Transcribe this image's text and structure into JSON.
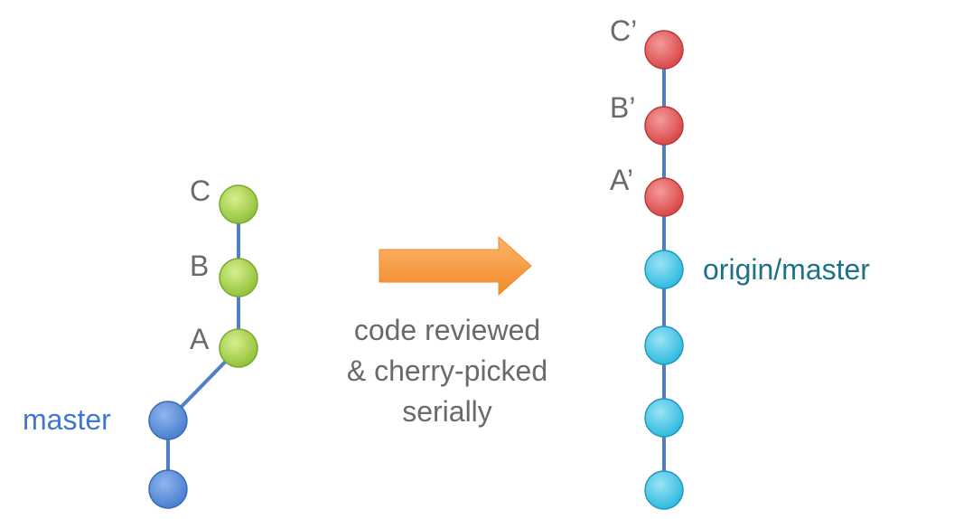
{
  "colors": {
    "green_node": "#a6d24c",
    "blue_node": "#5b8fdb",
    "red_node": "#e05656",
    "cyan_node": "#45c6e4",
    "edge": "#4f7fc4",
    "label_gray": "#6a6a6a",
    "master_label": "#3f77d1",
    "origin_label": "#1d7287",
    "arrow_fill": "#f7963a"
  },
  "left_branch": {
    "commit_labels": [
      "C",
      "B",
      "A"
    ],
    "master_label": "master"
  },
  "middle": {
    "caption_lines": [
      "code reviewed",
      "& cherry-picked",
      "serially"
    ]
  },
  "right_branch": {
    "commit_labels": [
      "C’",
      "B’",
      "A’"
    ],
    "origin_label": "origin/master"
  }
}
